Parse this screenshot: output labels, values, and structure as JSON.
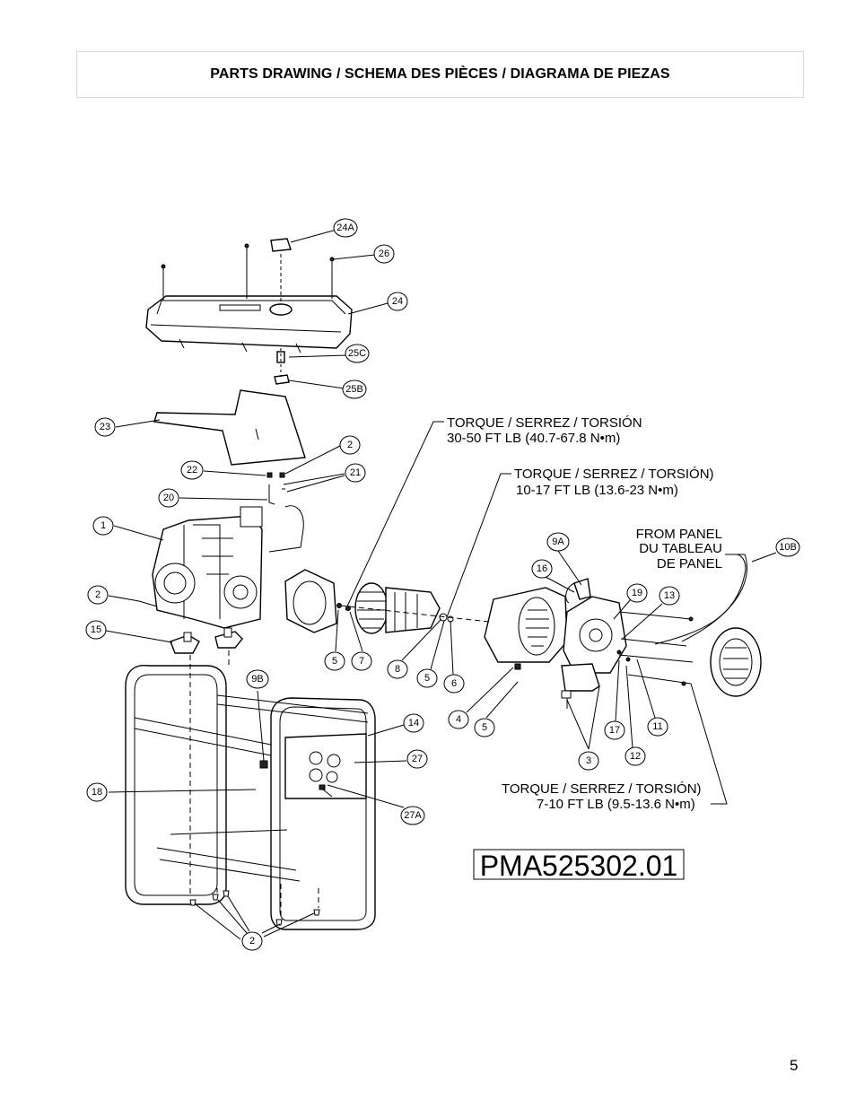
{
  "title": "PARTS DRAWING / SCHEMA DES PIÈCES / DIAGRAMA DE PIEZAS",
  "page_number": "5",
  "model_number": "PMA525302.01",
  "notes": {
    "torque1_line1": "TORQUE / SERREZ / TORSIÓN",
    "torque1_line2": "30-50 FT LB (40.7-67.8 N•m)",
    "torque2_line1": "TORQUE / SERREZ / TORSIÓN)",
    "torque2_line2": "10-17 FT LB (13.6-23 N•m)",
    "torque3_line1": "TORQUE / SERREZ / TORSIÓN)",
    "torque3_line2": "7-10 FT LB (9.5-13.6 N•m)",
    "panel_line1": "FROM PANEL",
    "panel_line2": "DU TABLEAU",
    "panel_line3": "DE PANEL"
  },
  "callouts": {
    "c24a": "24A",
    "c26": "26",
    "c24": "24",
    "c25c": "25C",
    "c25b": "25B",
    "c23": "23",
    "c2a": "2",
    "c22": "22",
    "c21": "21",
    "c20": "20",
    "c1": "1",
    "c2b": "2",
    "c15": "15",
    "c5a": "5",
    "c7": "7",
    "c8": "8",
    "c5b": "5",
    "c6": "6",
    "c9a": "9A",
    "c16": "16",
    "c19": "19",
    "c13": "13",
    "c10b": "10B",
    "c4": "4",
    "c5c": "5",
    "c17": "17",
    "c11": "11",
    "c12": "12",
    "c3": "3",
    "c9b": "9B",
    "c14": "14",
    "c27": "27",
    "c18": "18",
    "c27a": "27A",
    "c2c": "2"
  }
}
